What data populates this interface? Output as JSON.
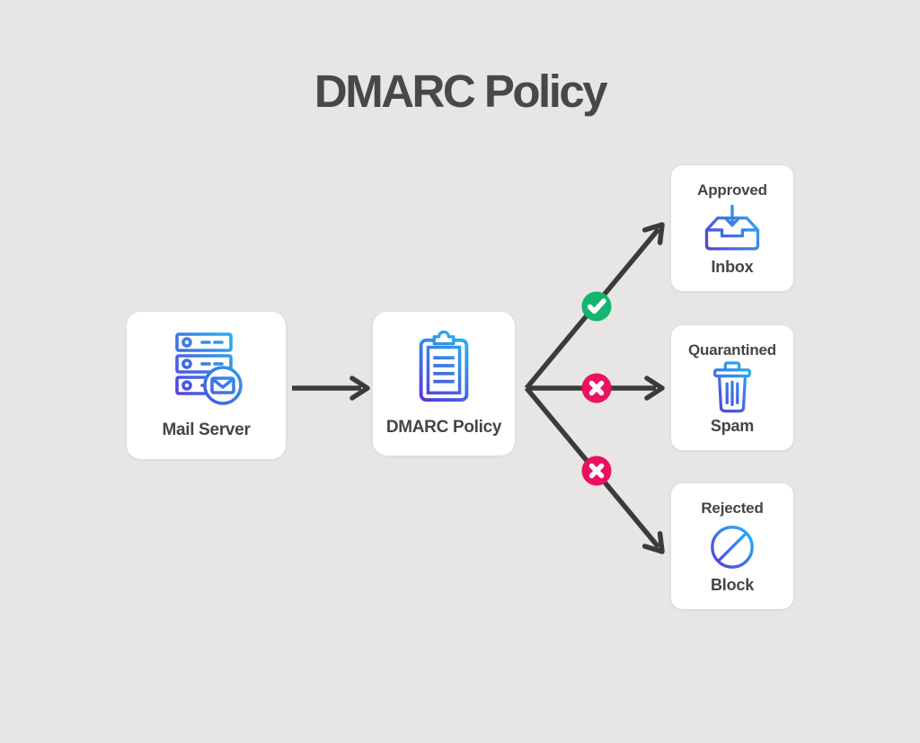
{
  "title": "DMARC Policy",
  "colors": {
    "background": "#e7e6e4",
    "card": "#ffffff",
    "text": "#454547",
    "arrow": "#3b3b3b",
    "approve_badge": "#14b56f",
    "reject_badge": "#ea1160",
    "badge_glyph": "#ffffff",
    "icon_gradient_start": "#5b2ed8",
    "icon_gradient_end": "#1fc3f5"
  },
  "nodes": {
    "mail_server": {
      "label": "Mail Server",
      "icon": "mail-server-icon"
    },
    "dmarc_policy": {
      "label": "DMARC Policy",
      "icon": "clipboard-icon"
    },
    "outcomes": [
      {
        "status": "Approved",
        "label": "Inbox",
        "icon": "inbox-icon",
        "badge": "check"
      },
      {
        "status": "Quarantined",
        "label": "Spam",
        "icon": "trash-icon",
        "badge": "x"
      },
      {
        "status": "Rejected",
        "label": "Block",
        "icon": "block-icon",
        "badge": "x"
      }
    ]
  },
  "edges": [
    {
      "from": "Mail Server",
      "to": "DMARC Policy",
      "badge": "none"
    },
    {
      "from": "DMARC Policy",
      "to": "Inbox",
      "badge": "check"
    },
    {
      "from": "DMARC Policy",
      "to": "Spam",
      "badge": "x"
    },
    {
      "from": "DMARC Policy",
      "to": "Block",
      "badge": "x"
    }
  ]
}
